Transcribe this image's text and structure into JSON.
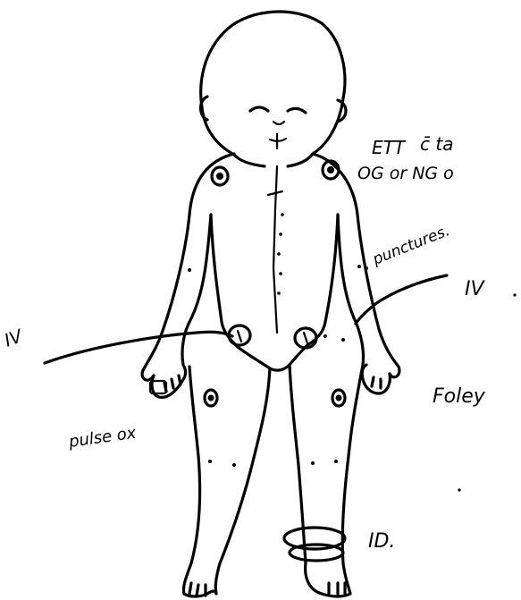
{
  "annotations": {
    "ett": "ETT",
    "ett_cont": "c̄ ta",
    "og_ng": "OG or NG o",
    "punctures": "punctures.",
    "iv_right": "IV",
    "iv_left": "IV",
    "foley": "Foley",
    "pulse_ox": "pulse ox",
    "id": "ID."
  },
  "colors": {
    "ink": "#000000",
    "paper": "#ffffff"
  }
}
